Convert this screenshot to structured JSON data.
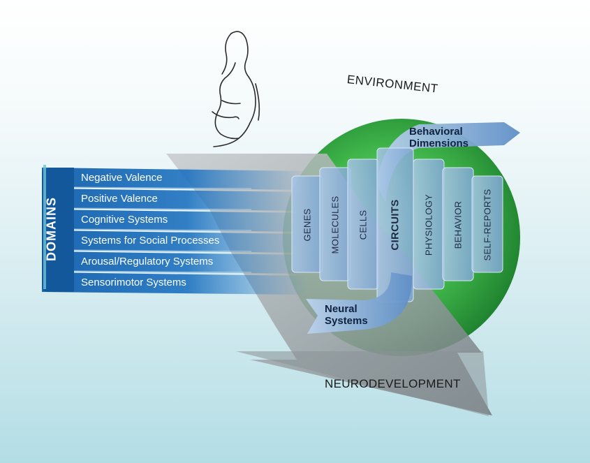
{
  "labels": {
    "environment": "ENVIRONMENT",
    "neurodevelopment": "NEURODEVELOPMENT",
    "domains_title": "DOMAINS"
  },
  "domains": [
    "Negative Valence",
    "Positive Valence",
    "Cognitive Systems",
    "Systems for Social Processes",
    "Arousal/Regulatory Systems",
    "Sensorimotor Systems"
  ],
  "levels": [
    "GENES",
    "MOLECULES",
    "CELLS",
    "CIRCUITS",
    "PHYSIOLOGY",
    "BEHAVIOR",
    "SELF-REPORTS"
  ],
  "arrows": {
    "behavioral_line1": "Behavioral",
    "behavioral_line2": "Dimensions",
    "neural_line1": "Neural",
    "neural_line2": "Systems"
  },
  "colors": {
    "domain_blue": "#1a66b0",
    "sphere_green": "#3fb54a",
    "arrow_gray": "#9aa1a4",
    "level_panel": "#8fb3dc"
  }
}
